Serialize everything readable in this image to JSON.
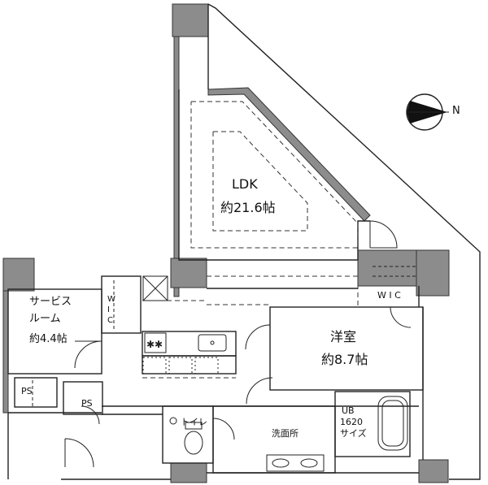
{
  "rooms": {
    "ldk": {
      "name": "LDK",
      "size": "約21.6帖"
    },
    "western": {
      "name": "洋室",
      "size": "約8.7帖"
    },
    "service": {
      "name_line1": "サービス",
      "name_line2": "ルーム",
      "size": "約4.4帖"
    },
    "wic_left": "W I C",
    "wic_right": "W I C",
    "toilet": "トイレ",
    "washroom": "洗面所",
    "ub_line1": "UB",
    "ub_line2": "1620",
    "ub_line3": "サイズ",
    "ps_left": "PS",
    "ps_right": "PS"
  },
  "compass": {
    "label": "N"
  },
  "colors": {
    "wall": "#8c8c8c",
    "line": "#222222"
  }
}
